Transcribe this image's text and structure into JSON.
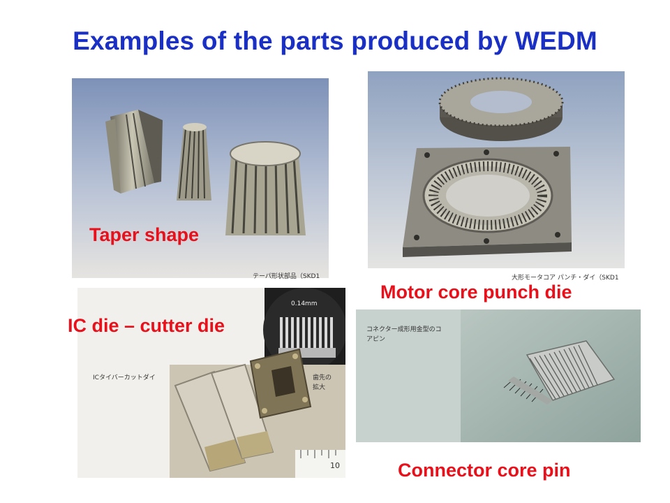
{
  "slide": {
    "title": "Examples of the parts produced by WEDM"
  },
  "photos": [
    {
      "caption": "Taper shape",
      "japanese_caption": "テーパ形状部品（SKD1"
    },
    {
      "caption": "Motor core punch die",
      "japanese_caption": "大形モータコア パンチ・ダイ（SKD1"
    },
    {
      "caption": "IC die – cutter die",
      "japanese_caption": "ICタイバーカットダイ",
      "inset_dimension": "0.14mm",
      "inset_side_label": "歯先の拡大",
      "ruler_label": "10"
    },
    {
      "caption": "Connector core pin",
      "japanese_caption": "コネクター成形用金型のコアピン"
    }
  ],
  "colors": {
    "title": "#1a2fc4",
    "caption": "#e8101a"
  }
}
